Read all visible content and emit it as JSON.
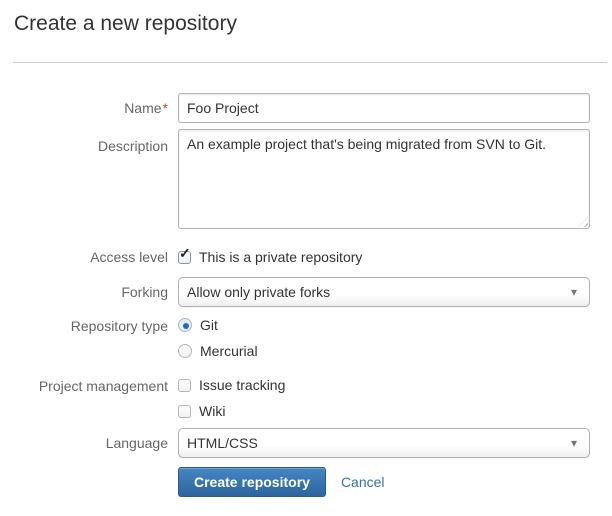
{
  "page": {
    "title": "Create a new repository"
  },
  "icons": {
    "checkmark": "✓",
    "chevron_down": "▾"
  },
  "colors": {
    "accent_blue": "#3572b0",
    "button_gradient_top": "#4486c5",
    "button_gradient_bottom": "#2f659c",
    "button_border": "#2a5a8a",
    "link_blue": "#3572b0",
    "required_red": "#d04437",
    "label_gray": "#666666",
    "divider_gray": "#cccccc"
  },
  "form": {
    "name": {
      "label": "Name",
      "required_mark": "*",
      "value": "Foo Project"
    },
    "description": {
      "label": "Description",
      "value": "An example project that's being migrated from SVN to Git."
    },
    "access_level": {
      "label": "Access level",
      "checkbox_label": "This is a private repository",
      "checked": true
    },
    "forking": {
      "label": "Forking",
      "selected": "Allow only private forks"
    },
    "repository_type": {
      "label": "Repository type",
      "options": [
        {
          "label": "Git",
          "selected": true
        },
        {
          "label": "Mercurial",
          "selected": false
        }
      ]
    },
    "project_management": {
      "label": "Project management",
      "options": [
        {
          "label": "Issue tracking",
          "checked": false
        },
        {
          "label": "Wiki",
          "checked": false
        }
      ]
    },
    "language": {
      "label": "Language",
      "selected": "HTML/CSS"
    },
    "actions": {
      "submit_label": "Create repository",
      "cancel_label": "Cancel"
    }
  }
}
